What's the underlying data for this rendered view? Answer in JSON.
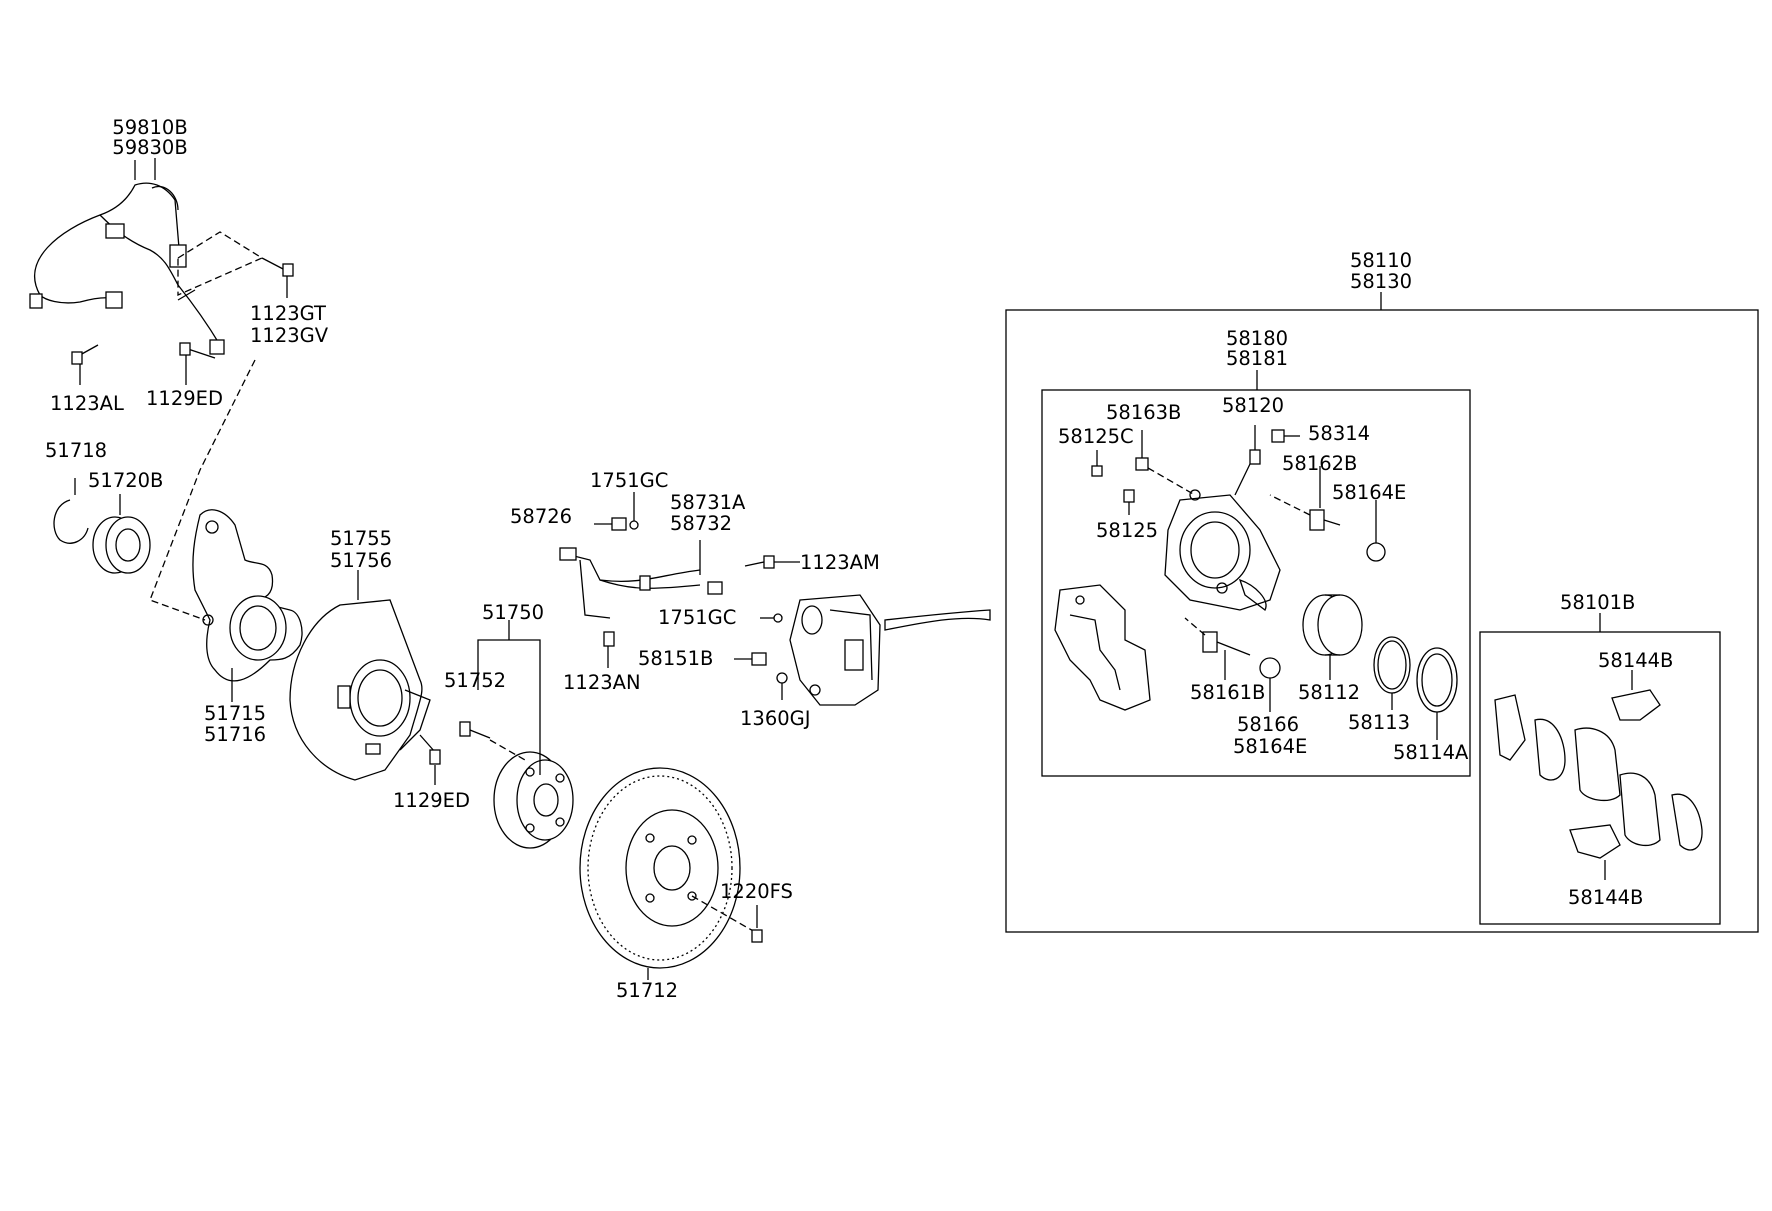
{
  "labels": {
    "sensor_a": "59810B",
    "sensor_b": "59830B",
    "bolt_1123gt": "1123GT",
    "bolt_1123gv": "1123GV",
    "bolt_1123al": "1123AL",
    "bolt_1129ed_top": "1129ED",
    "snap_ring": "51718",
    "bearing": "51720B",
    "knuckle_a": "51715",
    "knuckle_b": "51716",
    "dust_cover_a": "51755",
    "dust_cover_b": "51756",
    "bolt_1129ed_bottom": "1129ED",
    "hub_assy": "51750",
    "hub_bolt": "51752",
    "disc": "51712",
    "screw_1220fs": "1220FS",
    "clip_1751gc_top": "1751GC",
    "bracket_58726": "58726",
    "hose_a": "58731A",
    "hose_b": "58732",
    "bolt_1123am": "1123AM",
    "clip_1751gc_bottom": "1751GC",
    "bolt_1123an": "1123AN",
    "bolt_58151b": "58151B",
    "gasket_1360gj": "1360GJ",
    "caliper_assy_a": "58110",
    "caliper_assy_b": "58130",
    "caliper_body_a": "58180",
    "caliper_body_b": "58181",
    "bleeder_cap": "58163B",
    "bleeder_screw": "58120",
    "cap_58314": "58314",
    "boot_58125c": "58125C",
    "guide_rod_58162b": "58162B",
    "bushing_58164e_top": "58164E",
    "pin_58125": "58125",
    "guide_rod_58161b": "58161B",
    "piston": "58112",
    "piston_seal": "58113",
    "piston_boot": "58114A",
    "bushing_58166": "58166",
    "bushing_58164e_bottom": "58164E",
    "pad_kit": "58101B",
    "pad_clip_top": "58144B",
    "pad_clip_bottom": "58144B"
  }
}
